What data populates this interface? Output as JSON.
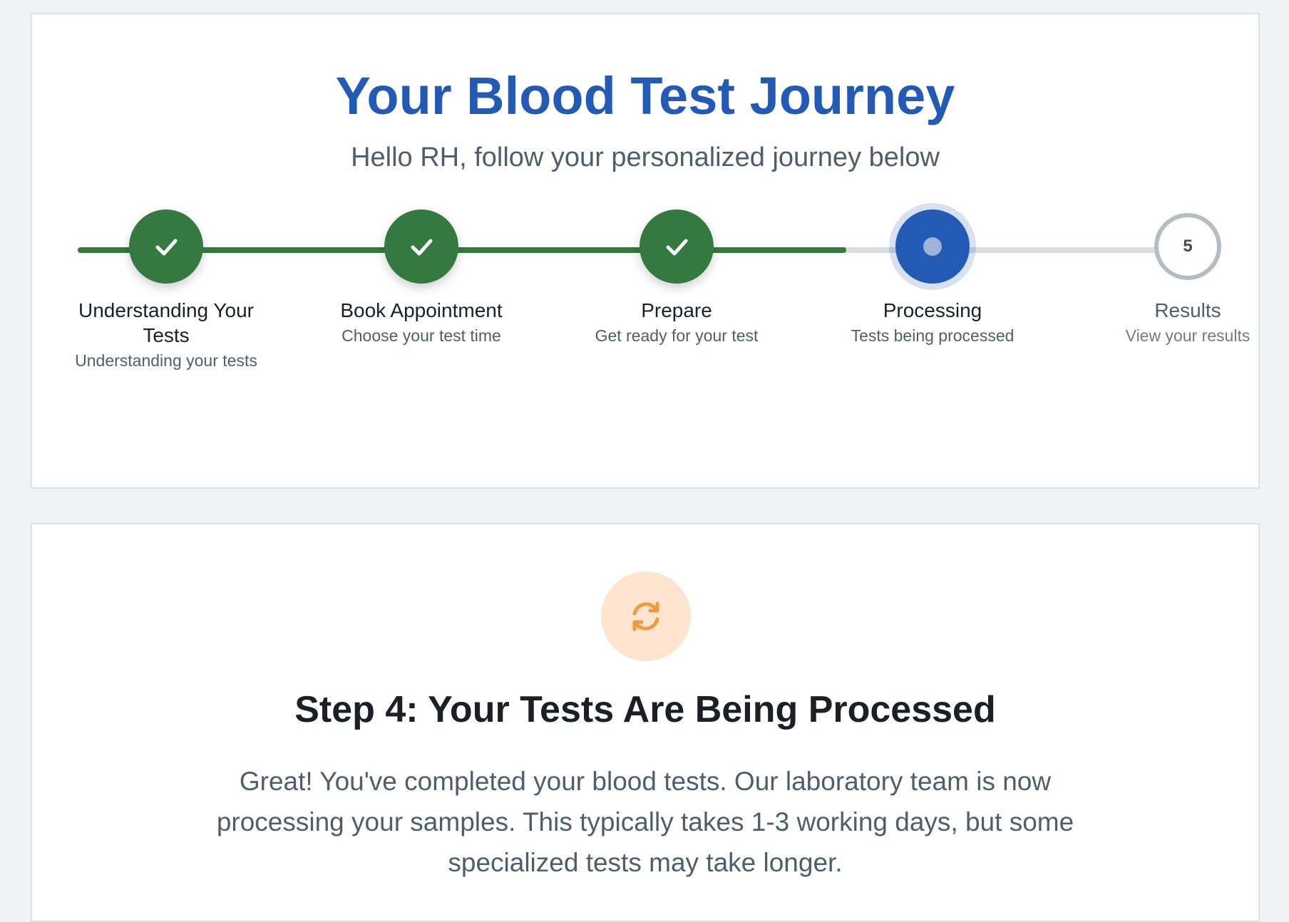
{
  "journey": {
    "title": "Your Blood Test Journey",
    "subtitle": "Hello RH, follow your personalized journey below",
    "progress_completed_steps": 3,
    "current_step": 4,
    "steps": [
      {
        "label": "Understanding Your Tests",
        "description": "Understanding your tests",
        "state": "done",
        "icon": "check-icon"
      },
      {
        "label": "Book Appointment",
        "description": "Choose your test time",
        "state": "done",
        "icon": "check-icon"
      },
      {
        "label": "Prepare",
        "description": "Get ready for your test",
        "state": "done",
        "icon": "check-icon"
      },
      {
        "label": "Processing",
        "description": "Tests being processed",
        "state": "active",
        "icon": "dot-icon"
      },
      {
        "label": "Results",
        "description": "View your results",
        "state": "pending",
        "number": "5"
      }
    ]
  },
  "step_detail": {
    "icon": "refresh-icon",
    "heading": "Step 4: Your Tests Are Being Processed",
    "text": "Great! You've completed your blood tests. Our laboratory team is now processing your samples. This typically takes 1-3 working days, but some specialized tests may take longer."
  },
  "colors": {
    "brand_blue": "#235ab5",
    "done_green": "#347a40",
    "pending_gray": "#b4bcc4",
    "processing_orange": "#ee9a3f",
    "page_bg": "#f0f3f4"
  }
}
